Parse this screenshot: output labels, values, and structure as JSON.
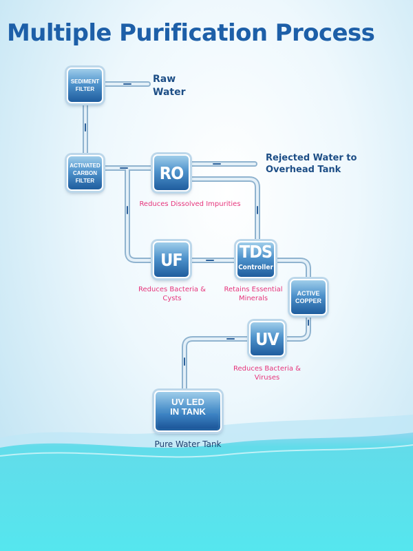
{
  "title": "Multiple Purification Process",
  "stages": {
    "sediment": "SEDIMENT FILTER",
    "carbon": "ACTIVATED CARBON FILTER",
    "ro": "RO",
    "uf": "UF",
    "tds": "TDS",
    "tds_sub": "Controller",
    "copper": "ACTIVE COPPER",
    "uv": "UV",
    "tank": "UV LED IN TANK"
  },
  "labels": {
    "raw_water": "Raw Water",
    "rejected_water": "Rejected Water to Overhead Tank",
    "ro_desc": "Reduces Dissolved Impurities",
    "uf_desc": "Reduces Bacteria & Cysts",
    "tds_desc": "Retains Essential Minerals",
    "uv_desc": "Reduces Bacteria & Viruses",
    "tank_desc": "Pure Water Tank"
  },
  "colors": {
    "title": "#1d5fa8",
    "description": "#e6337a",
    "stage_box": "#2a6fb0",
    "pipe": "#b4cfe3",
    "water": "#57e3ec"
  }
}
